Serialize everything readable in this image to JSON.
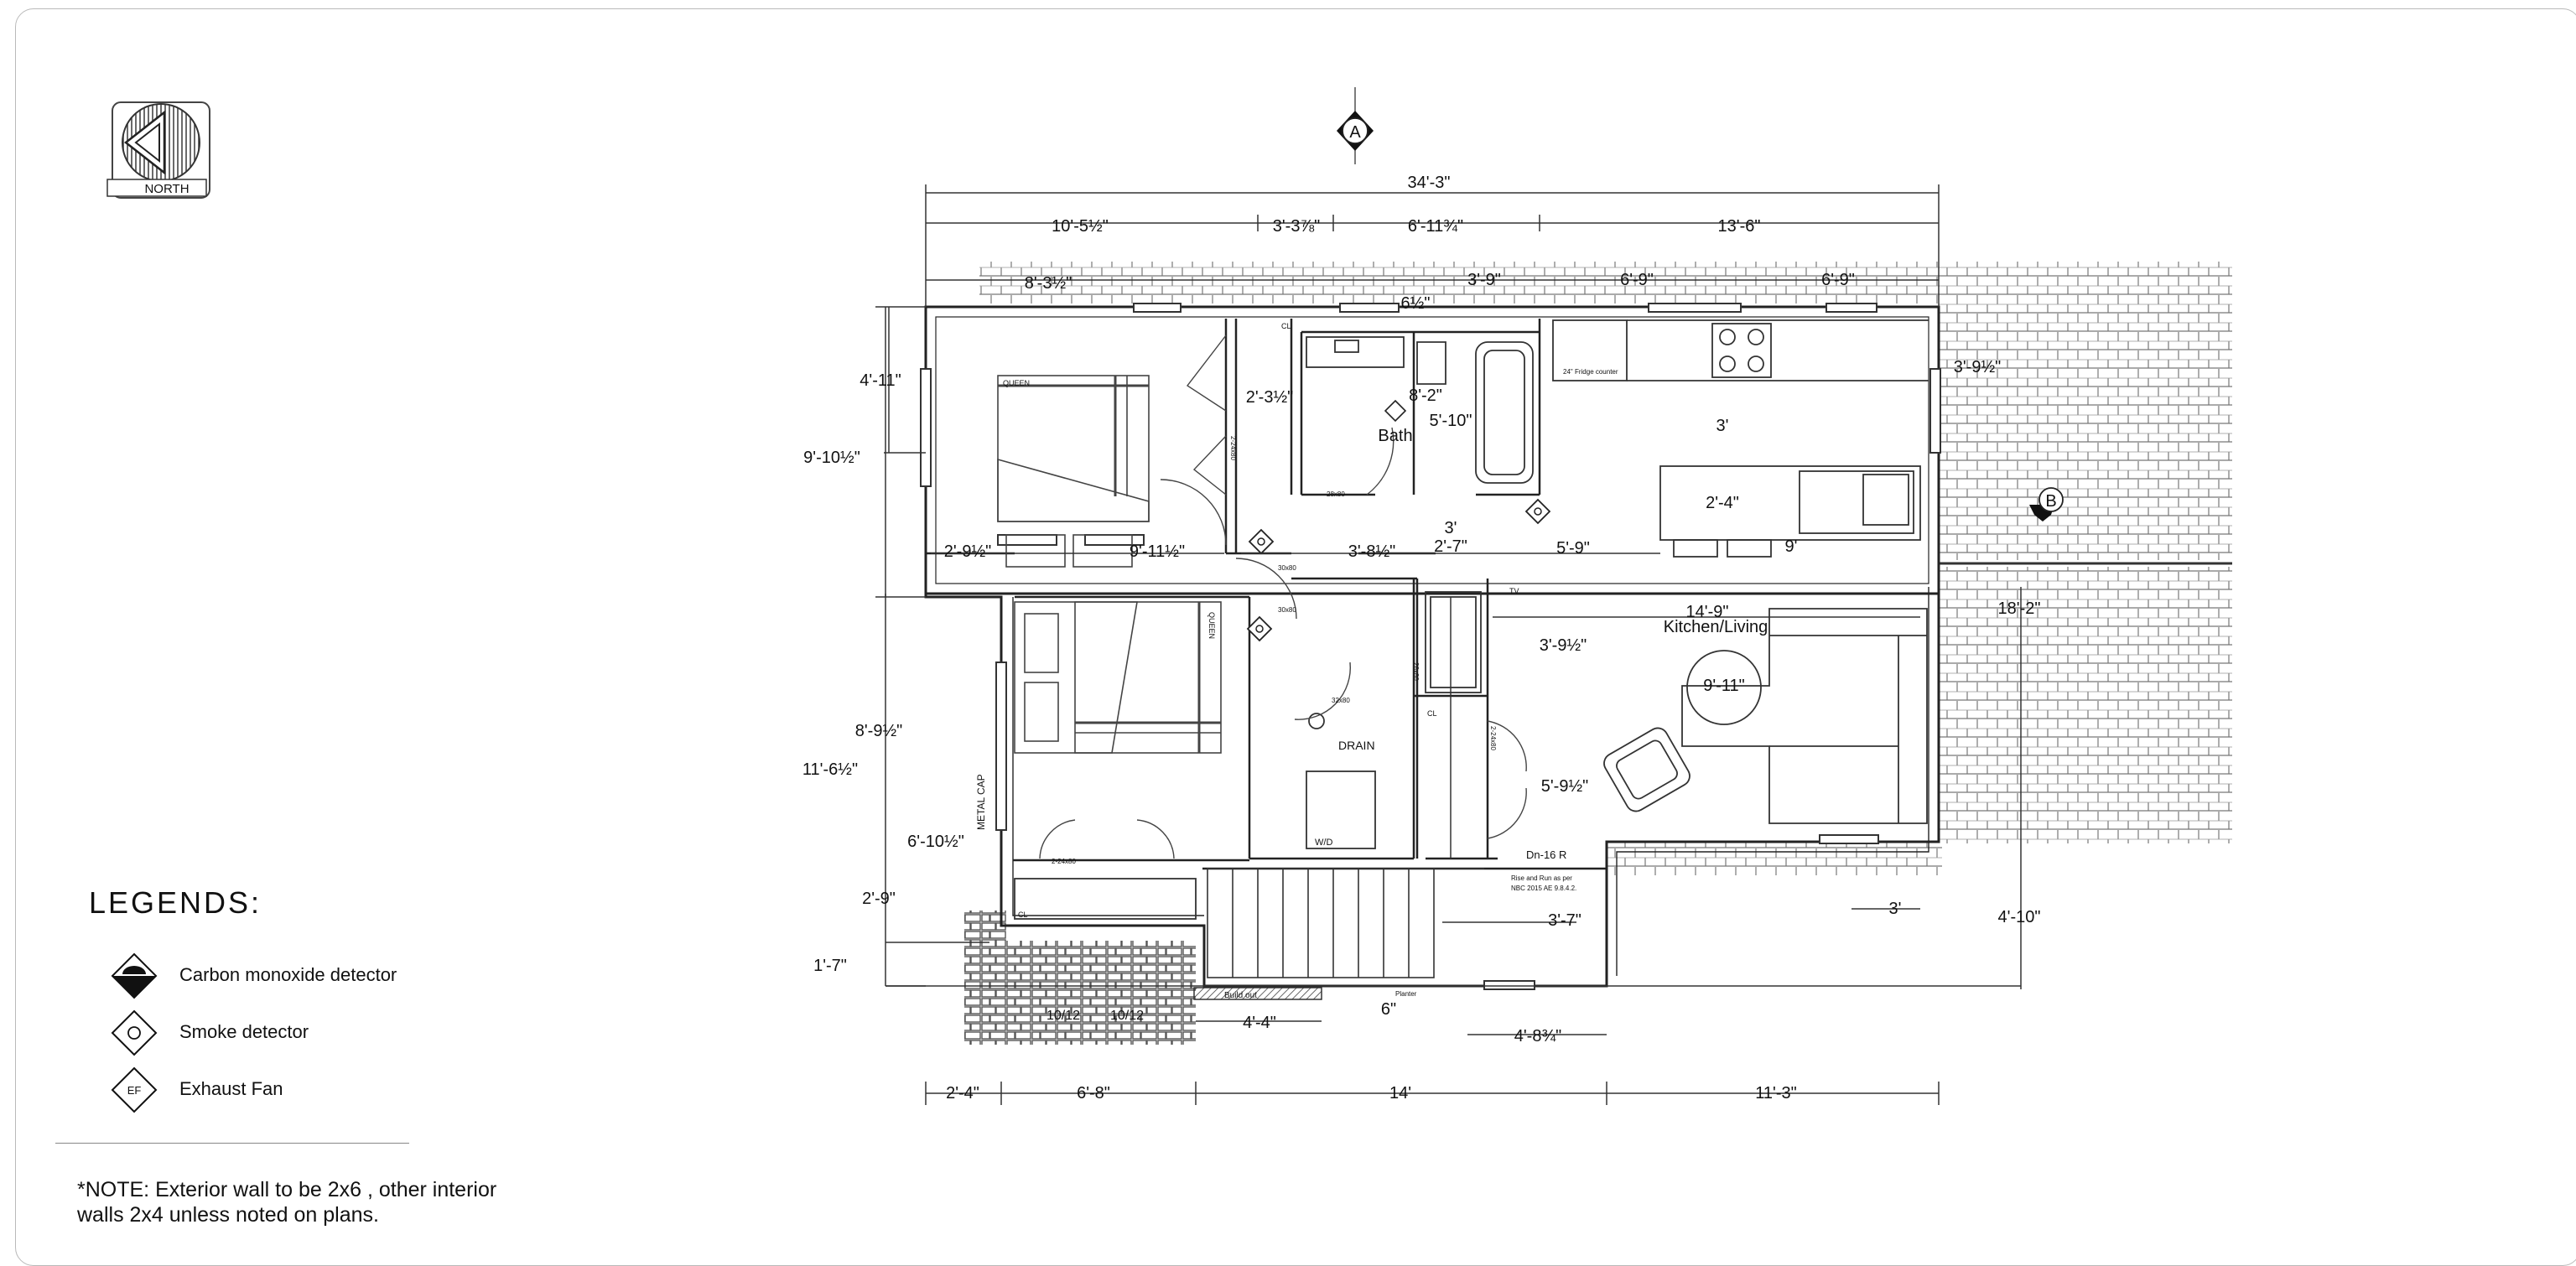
{
  "north_arrow": {
    "label": "NORTH"
  },
  "legend": {
    "title": "LEGENDS:",
    "items": [
      {
        "icon": "carbon-monoxide-detector-icon",
        "label": "Carbon monoxide detector"
      },
      {
        "icon": "smoke-detector-icon",
        "label": "Smoke detector"
      },
      {
        "icon": "exhaust-fan-icon",
        "label": "Exhaust Fan",
        "symbol_text": "EF"
      }
    ]
  },
  "note": {
    "line1": "*NOTE: Exterior wall to be 2x6 , other interior",
    "line2": "walls 2x4 unless noted on plans."
  },
  "section_markers": {
    "a": "A",
    "b": "B"
  },
  "rooms": {
    "bath": "Bath",
    "kitchen_living": "Kitchen/Living",
    "drain": "DRAIN",
    "washer_dryer": "W/D",
    "queen_1": "QUEEN",
    "queen_2": "QUEEN",
    "closet_1": "CL",
    "closet_2": "CL",
    "closet_3": "CL",
    "tv": "TV",
    "fridge_counter": "24\" Fridge counter",
    "metal_cap": "METAL CAP",
    "stair_note": "Dn-16 R",
    "stair_code_1": "Rise and Run as per",
    "stair_code_2": "NBC 2015 AE 9.8.4.2.",
    "planter": "Planter",
    "built_out": "Build out",
    "roof_pitch_1": "10/12",
    "roof_pitch_2": "10/12",
    "door_1": "2-24x80",
    "door_2": "28x80",
    "door_3": "30x80",
    "door_4": "30x80",
    "door_5": "32x80",
    "door_6": "28x80",
    "door_7": "2-24x80",
    "door_8": "2-24x80"
  },
  "dimensions": {
    "overall_width": "34'-3\"",
    "top_1": "10'-5½\"",
    "top_2": "3'-3⅞\"",
    "top_3": "6'-11¾\"",
    "top_4": "13'-6\"",
    "top_5": "8'-3½\"",
    "top_6": "3'-9\"",
    "top_7": "6'-9\"",
    "top_8": "6'-9\"",
    "top_9": "6½\"",
    "left_1": "4'-11\"",
    "left_2": "9'-10½\"",
    "left_3": "11'-6½\"",
    "left_4": "8'-9½\"",
    "left_5": "6'-10½\"",
    "left_6": "2'-9\"",
    "left_7": "1'-7\"",
    "in_1": "2'-3½\"",
    "in_2": "8'-2\"",
    "in_3": "5'-10\"",
    "in_4": "2'-9½\"",
    "in_5": "9'-11½\"",
    "in_6": "3'-8½\"",
    "in_7": "2'-7\"",
    "in_8": "3'",
    "in_9": "5'-9\"",
    "in_10": "3'",
    "in_11": "2'-4\"",
    "in_12": "9'",
    "in_13": "14'-9\"",
    "in_14": "3'-9½\"",
    "in_15": "9'-11\"",
    "in_16": "5'-9½\"",
    "in_17": "3'-7\"",
    "in_18": "4'-8¾\"",
    "in_19": "4'-4\"",
    "in_20": "6\"",
    "right_1": "3'-9½\"",
    "right_2": "18'-2\"",
    "right_3": "4'-10\"",
    "right_4": "3'",
    "bottom_1": "2'-4\"",
    "bottom_2": "6'-8\"",
    "bottom_3": "14'",
    "bottom_4": "11'-3\""
  }
}
